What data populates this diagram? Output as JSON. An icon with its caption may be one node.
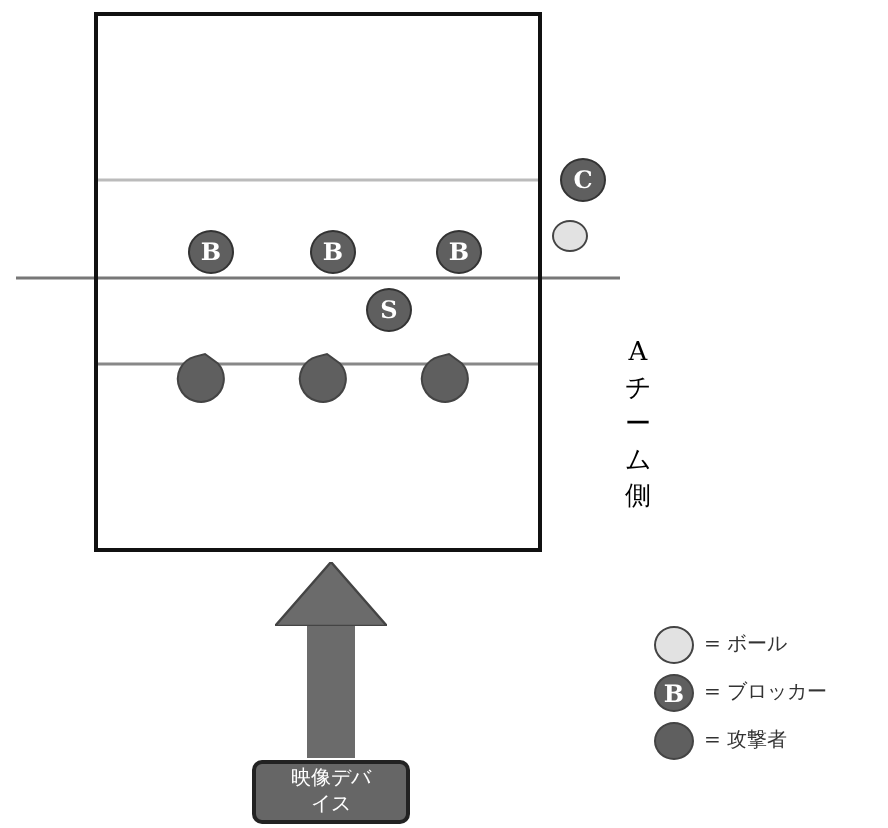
{
  "diagram": {
    "nodes": [
      {
        "text": [],
        "shape": "box"
      },
      {
        "text": [
          "C"
        ]
      },
      {
        "text": [],
        "shape": "circle"
      },
      {
        "text": [
          "B"
        ],
        "in": 0
      },
      {
        "text": [
          "B"
        ],
        "in": 0
      },
      {
        "text": [
          "B"
        ],
        "in": 0
      },
      {
        "text": [
          "S"
        ],
        "in": 0
      },
      {
        "text": [],
        "shape": "circle",
        "in": 0
      },
      {
        "text": [],
        "shape": "circle",
        "in": 0
      },
      {
        "text": [],
        "shape": "circle",
        "in": 0
      },
      {
        "text": [
          "映像デバイス"
        ]
      }
    ],
    "edges": [
      {
        "from": 10,
        "to": 0,
        "arrow": "to"
      }
    ],
    "labels": [
      "Aチーム側",
      "B"
    ],
    "legend": [
      {
        "text": "= ボール",
        "color": "#e2e2e2"
      },
      {
        "text": "= ブロッカー"
      },
      {
        "text": "= 攻撃者",
        "color": "#5f5f5f"
      }
    ]
  }
}
